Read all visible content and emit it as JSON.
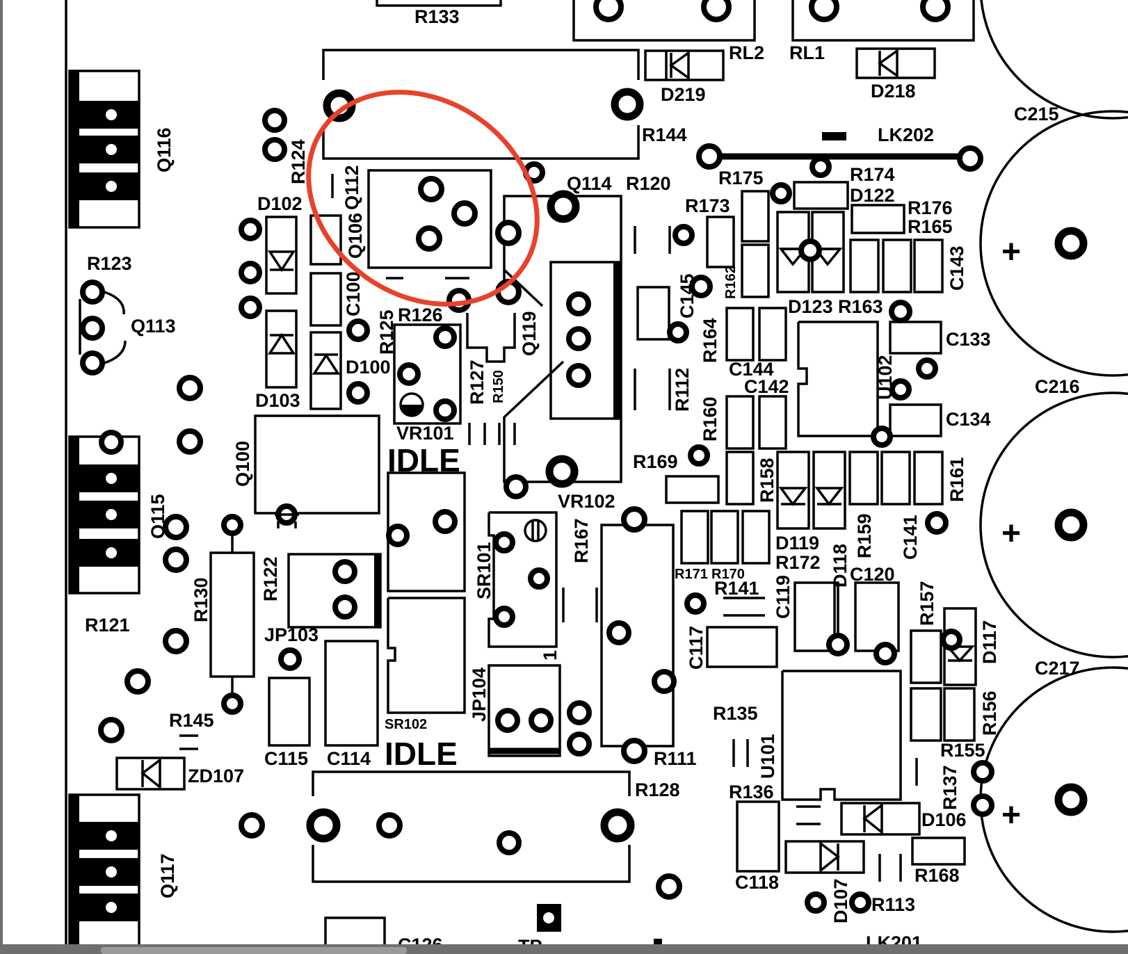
{
  "labels": {
    "R133": "R133",
    "RL2": "RL2",
    "RL1": "RL1",
    "D219": "D219",
    "D218": "D218",
    "C215": "C215",
    "C216": "C216",
    "C217": "C217",
    "R144": "R144",
    "LK202": "LK202",
    "R124": "R124",
    "Q112": "Q112",
    "Q114": "Q114",
    "R120": "R120",
    "R175": "R175",
    "R174": "R174",
    "D122": "D122",
    "R176": "R176",
    "R165": "R165",
    "R173": "R173",
    "C143": "C143",
    "Q116": "Q116",
    "D102": "D102",
    "Q106": "Q106",
    "C100": "C100",
    "R123": "R123",
    "Q113": "Q113",
    "R125": "R125",
    "R126": "R126",
    "Q119": "Q119",
    "C145": "C145",
    "R162": "R162",
    "D123": "D123",
    "R163": "R163",
    "C133": "C133",
    "D100": "D100",
    "R127": "R127",
    "R150": "R150",
    "R164": "R164",
    "C144": "C144",
    "C142": "C142",
    "U102": "U102",
    "D103": "D103",
    "R112": "R112",
    "R160": "R160",
    "C134": "C134",
    "VR101": "VR101",
    "IDLE1": "IDLE",
    "Q100": "Q100",
    "R169": "R169",
    "R158": "R158",
    "R161": "R161",
    "Q115": "Q115",
    "VR102": "VR102",
    "R167": "R167",
    "D119": "D119",
    "R172": "R172",
    "D118": "D118",
    "R159": "R159",
    "C141": "C141",
    "SR101": "SR101",
    "R171": "R171",
    "R170": "R170",
    "R141": "R141",
    "C119": "C119",
    "C120": "C120",
    "R157": "R157",
    "R122": "R122",
    "R130": "R130",
    "R121": "R121",
    "C117": "C117",
    "D117": "D117",
    "JP103": "JP103",
    "JP104": "JP104",
    "SR102": "SR102",
    "R135": "R135",
    "U101": "U101",
    "R156": "R156",
    "R145": "R145",
    "IDLE2": "IDLE",
    "C115": "C115",
    "C114": "C114",
    "R111": "R111",
    "R155": "R155",
    "R137": "R137",
    "ZD107": "ZD107",
    "R128": "R128",
    "R136": "R136",
    "D106": "D106",
    "Q117": "Q117",
    "C118": "C118",
    "R168": "R168",
    "D107": "D107",
    "R113": "R113",
    "mark1": "1"
  },
  "highlight": {
    "shape": "ellipse",
    "color": "#e8412c",
    "target": "Q112 transistor"
  },
  "colors": {
    "board": "#ffffff",
    "ink": "#000000",
    "frame": "#6f6f6f"
  }
}
